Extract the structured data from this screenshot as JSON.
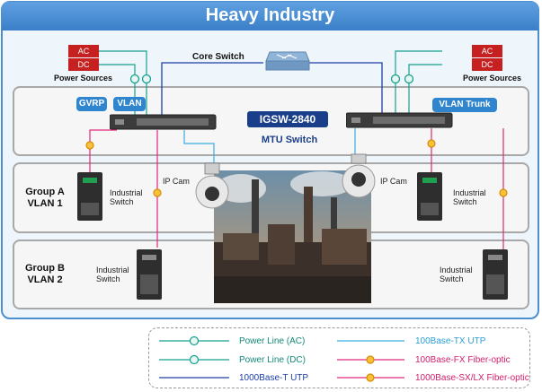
{
  "title": "Heavy Industry",
  "core_switch": {
    "label": "Core Switch"
  },
  "power_sources": {
    "left": {
      "ac": "AC",
      "dc": "DC",
      "label": "Power Sources"
    },
    "right": {
      "ac": "AC",
      "dc": "DC",
      "label": "Power Sources"
    }
  },
  "mtu": {
    "badges": [
      "GVRP",
      "VLAN"
    ],
    "model": "IGSW-2840",
    "name": "MTU Switch",
    "trunk_badge": "VLAN Trunk"
  },
  "groups": {
    "a": {
      "name": "Group A",
      "vlan": "VLAN 1",
      "switch_left": "Industrial Switch",
      "switch_right": "Industrial Switch"
    },
    "b": {
      "name": "Group B",
      "vlan": "VLAN 2",
      "switch_left": "Industrial Switch",
      "switch_right": "Industrial Switch"
    }
  },
  "ipcam_left": "IP Cam",
  "ipcam_right": "IP Cam",
  "legend": {
    "ac": "Power Line (AC)",
    "dc": "Power Line (DC)",
    "t_utp": "1000Base-T UTP",
    "tx_utp": "100Base-TX UTP",
    "fx": "100Base-FX Fiber-optic",
    "sxlx": "1000Base-SX/LX Fiber-optic"
  },
  "colors": {
    "ac_dc_line": "#14a08d",
    "t_utp": "#1e3ea8",
    "tx_utp": "#3aaee0",
    "fx": "#e02a7a",
    "sxlx": "#e02a7a",
    "badge": "#2f86cf",
    "power_box": "#c62020"
  }
}
